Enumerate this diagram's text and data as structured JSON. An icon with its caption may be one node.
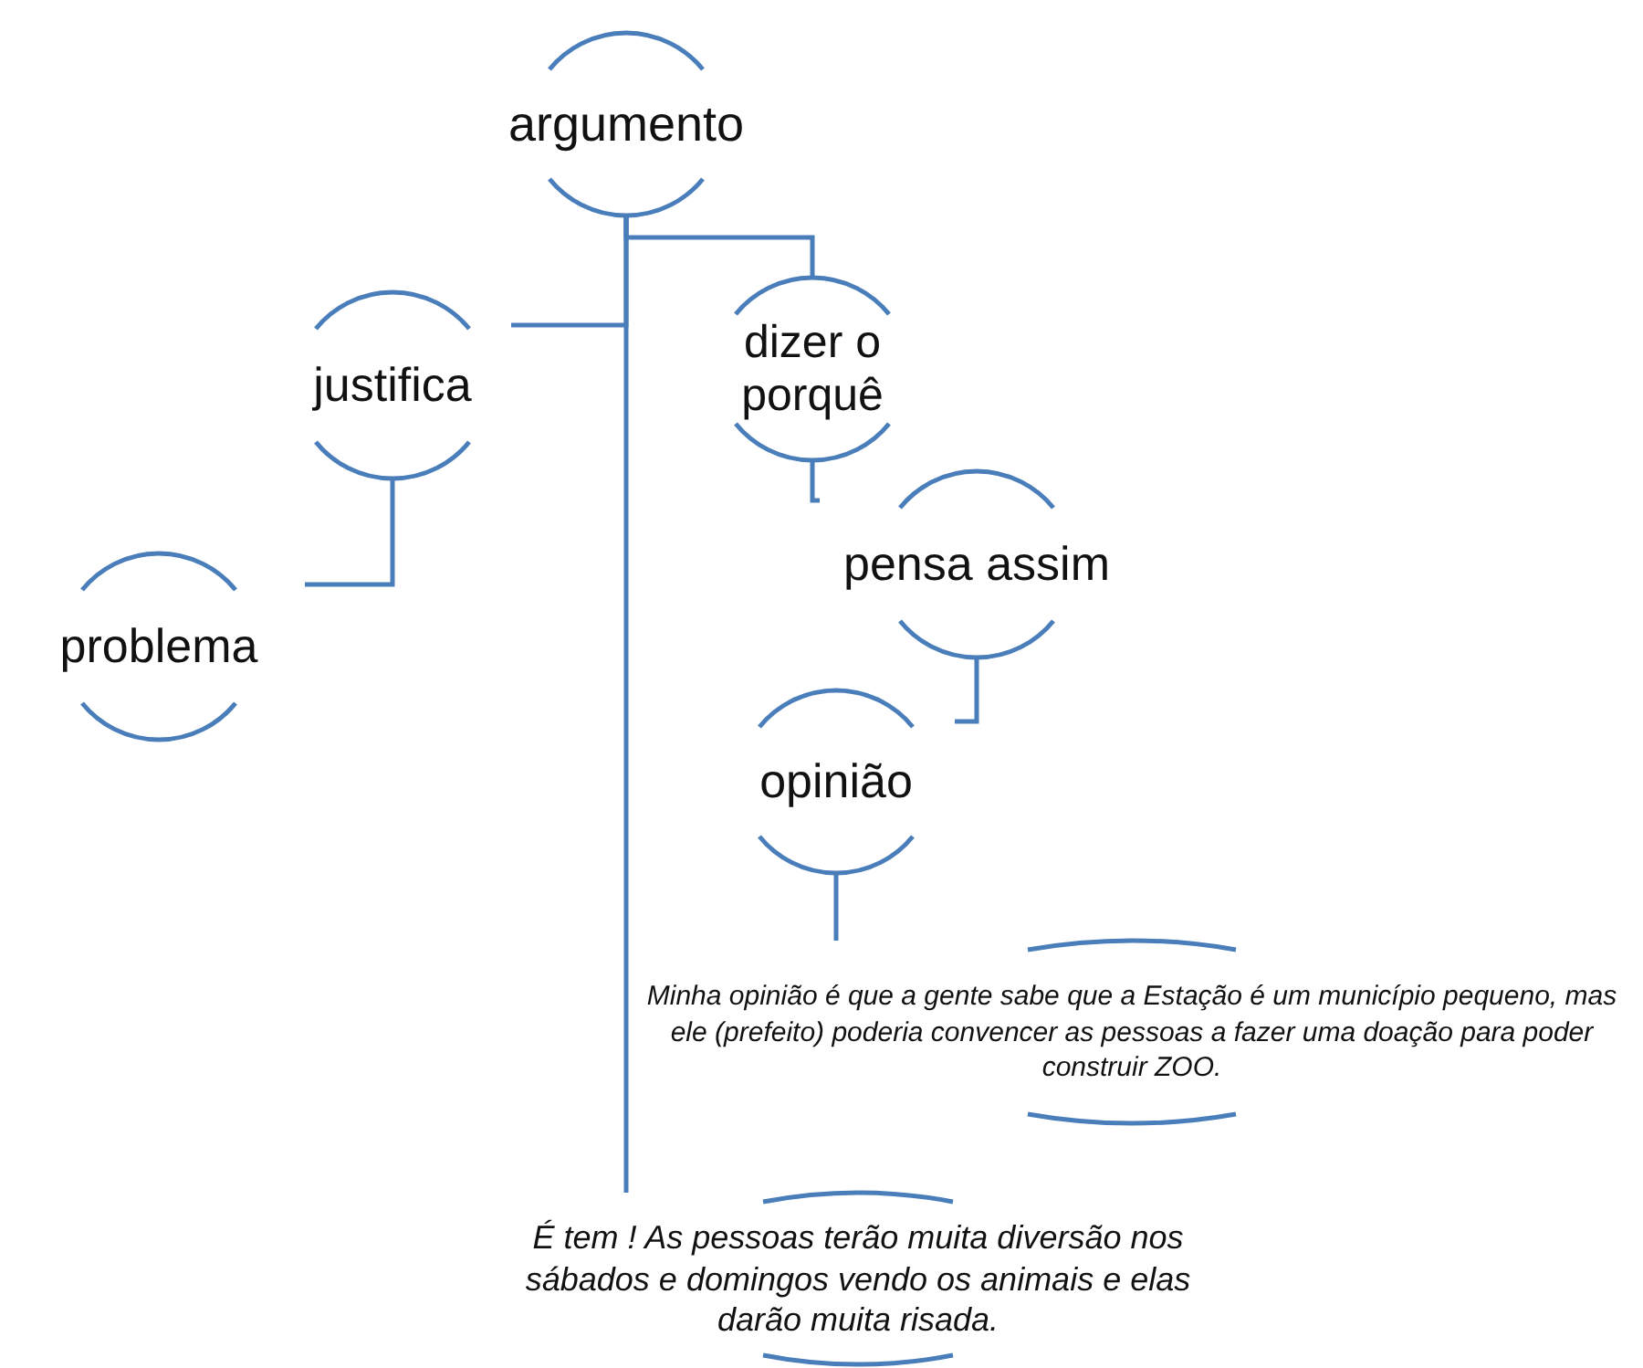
{
  "diagram": {
    "nodes": [
      {
        "text": [
          "argumento"
        ]
      },
      {
        "text": [
          "justifica"
        ]
      },
      {
        "text": [
          "dizer o porquê"
        ]
      },
      {
        "text": [
          "problema"
        ]
      },
      {
        "text": [
          "pensa assim"
        ]
      },
      {
        "text": [
          "opinião"
        ]
      },
      {
        "text": [
          "Minha opinião é que a gente sabe que a Estação é um município pequeno, mas ele (prefeito) poderia convencer as pessoas a fazer uma doação para poder construir ZOO."
        ]
      },
      {
        "text": [
          "É tem ! As pessoas terão muita diversão nos sábados e domingos vendo os animais e elas darão muita risada."
        ]
      }
    ],
    "edges": [
      {
        "from": 0,
        "to": 1,
        "arrow": "none"
      },
      {
        "from": 0,
        "to": 2,
        "arrow": "none"
      },
      {
        "from": 0,
        "to": 7,
        "arrow": "none"
      },
      {
        "from": 1,
        "to": 3,
        "arrow": "none"
      },
      {
        "from": 2,
        "to": 4,
        "arrow": "none"
      },
      {
        "from": 4,
        "to": 5,
        "arrow": "none"
      },
      {
        "from": 5,
        "to": 6,
        "arrow": "none"
      }
    ]
  }
}
